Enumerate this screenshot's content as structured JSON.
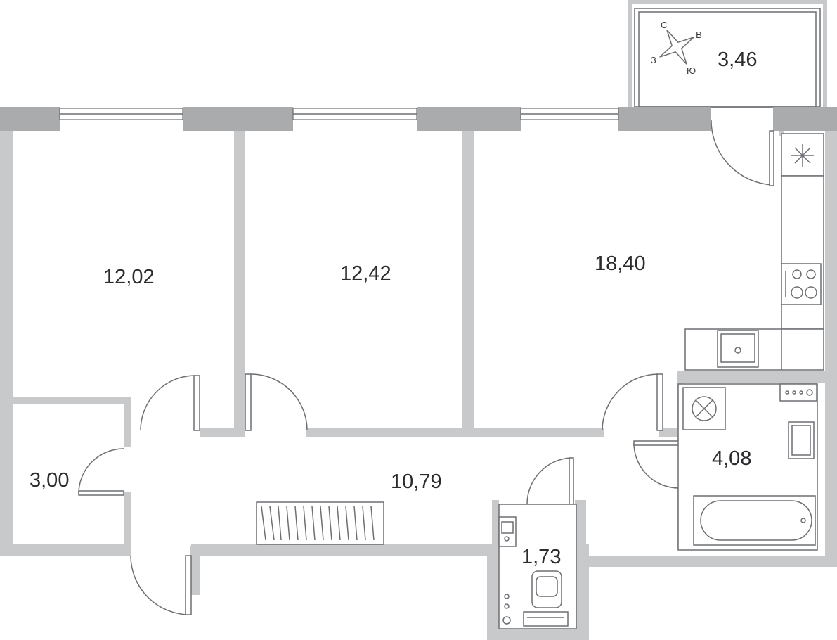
{
  "plan": {
    "rooms": [
      {
        "id": "bedroom-left",
        "area": "12,02"
      },
      {
        "id": "bedroom-middle",
        "area": "12,42"
      },
      {
        "id": "living-kitchen",
        "area": "18,40"
      },
      {
        "id": "balcony",
        "area": "3,46"
      },
      {
        "id": "storage",
        "area": "3,00"
      },
      {
        "id": "hallway",
        "area": "10,79"
      },
      {
        "id": "bathroom",
        "area": "4,08"
      },
      {
        "id": "wc",
        "area": "1,73"
      }
    ],
    "compass": {
      "north": "С",
      "east": "В",
      "south": "Ю",
      "west": "З"
    },
    "colors": {
      "wall": "#c8c9cb",
      "wall_dark": "#a9abad",
      "line": "#6d6f72",
      "text": "#2b2c2e"
    }
  }
}
